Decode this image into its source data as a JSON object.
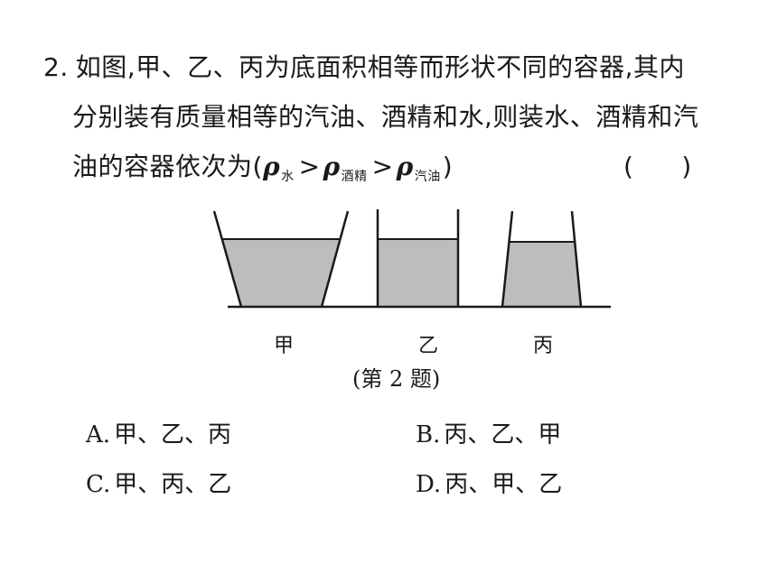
{
  "question": {
    "number": "2.",
    "line1": "如图,甲、乙、丙为底面积相等而形状不同的容器,其内",
    "line2": "分别装有质量相等的汽油、酒精和水,则装水、酒精和汽",
    "line3_prefix": "油的容器依次为(",
    "rho": "ρ",
    "sub_water": "水",
    "sub_alcohol": "酒精",
    "sub_gasoline": "汽油",
    "gt": ">",
    "line3_suffix": ")",
    "answer_paren": "(      )"
  },
  "figure": {
    "labels": [
      "甲",
      "乙",
      "丙"
    ],
    "caption": "(第 2 题)",
    "fill_color": "#bdbdbd",
    "stroke_color": "#1a1a1a"
  },
  "options": [
    {
      "letter": "A.",
      "text": "甲、乙、丙"
    },
    {
      "letter": "B.",
      "text": "丙、乙、甲"
    },
    {
      "letter": "C.",
      "text": "甲、丙、乙"
    },
    {
      "letter": "D.",
      "text": "丙、甲、乙"
    }
  ]
}
